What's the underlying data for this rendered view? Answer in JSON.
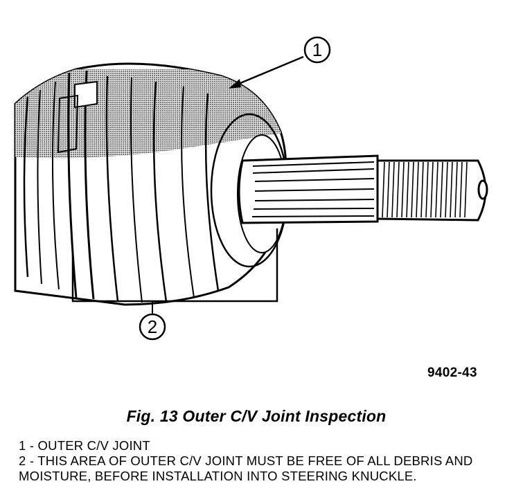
{
  "figure": {
    "callouts": [
      {
        "number": "1"
      },
      {
        "number": "2"
      }
    ],
    "code": "9402-43"
  },
  "caption": "Fig. 13 Outer C/V Joint Inspection",
  "legend": [
    {
      "number": "1",
      "text": "OUTER C/V JOINT"
    },
    {
      "number": "2",
      "text": "THIS AREA OF OUTER C/V JOINT MUST BE FREE OF ALL DEBRIS AND MOISTURE, BEFORE INSTALLATION INTO STEERING KNUCKLE."
    }
  ]
}
